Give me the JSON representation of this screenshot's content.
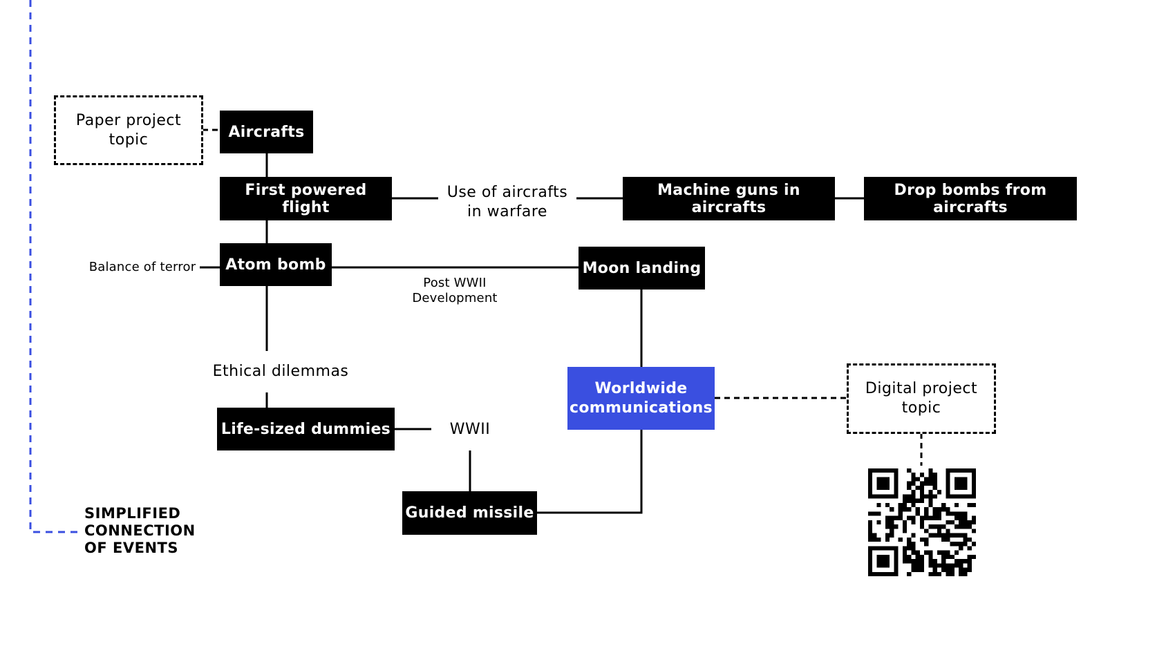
{
  "nodes": {
    "aircrafts": "Aircrafts",
    "first_powered_flight": "First powered flight",
    "machine_guns": "Machine guns in aircrafts",
    "drop_bombs": "Drop bombs from aircrafts",
    "atom_bomb": "Atom bomb",
    "moon_landing": "Moon landing",
    "worldwide_communications": "Worldwide\ncommunications",
    "life_sized_dummies": "Life-sized dummies",
    "guided_missile": "Guided missile"
  },
  "dashed_boxes": {
    "paper_project": "Paper project\ntopic",
    "digital_project": "Digital project\ntopic"
  },
  "labels": {
    "use_of_aircrafts": "Use of aircrafts\nin warfare",
    "balance_of_terror": "Balance of terror",
    "post_wwii": "Post WWII\nDevelopment",
    "ethical_dilemmas": "Ethical dilemmas",
    "wwii": "WWII"
  },
  "caption": "SIMPLIFIED\nCONNECTION\nOF EVENTS",
  "colors": {
    "node_bg": "#000000",
    "highlight": "#3a4fe0",
    "dashed_guide": "#3a4fe0"
  },
  "icons": [
    "qr-code-icon"
  ]
}
